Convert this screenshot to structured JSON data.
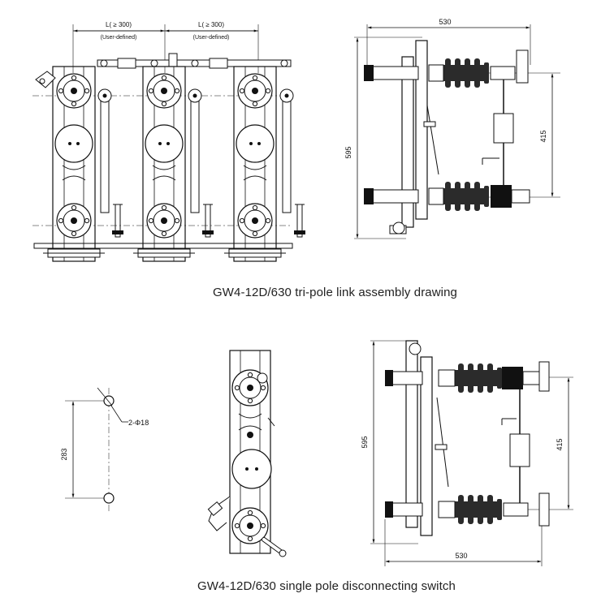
{
  "top_drawing": {
    "caption": "GW4-12D/630  tri-pole link assembly drawing",
    "dim_left_1": "L( ≥ 300)",
    "dim_left_2": "(User-defined)",
    "dim_right_1": "L( ≥ 300)",
    "dim_right_2": "(User-defined)",
    "side_width": "530",
    "side_height": "595",
    "side_span": "415"
  },
  "bottom_drawing": {
    "caption": "GW4-12D/630  single pole disconnecting switch",
    "hole_label": "2-Φ18",
    "hole_spacing": "283",
    "side_width": "530",
    "side_height": "595",
    "side_span": "415"
  },
  "colors": {
    "ink": "#111111",
    "insulator": "#2b2b2b",
    "background": "#ffffff"
  }
}
